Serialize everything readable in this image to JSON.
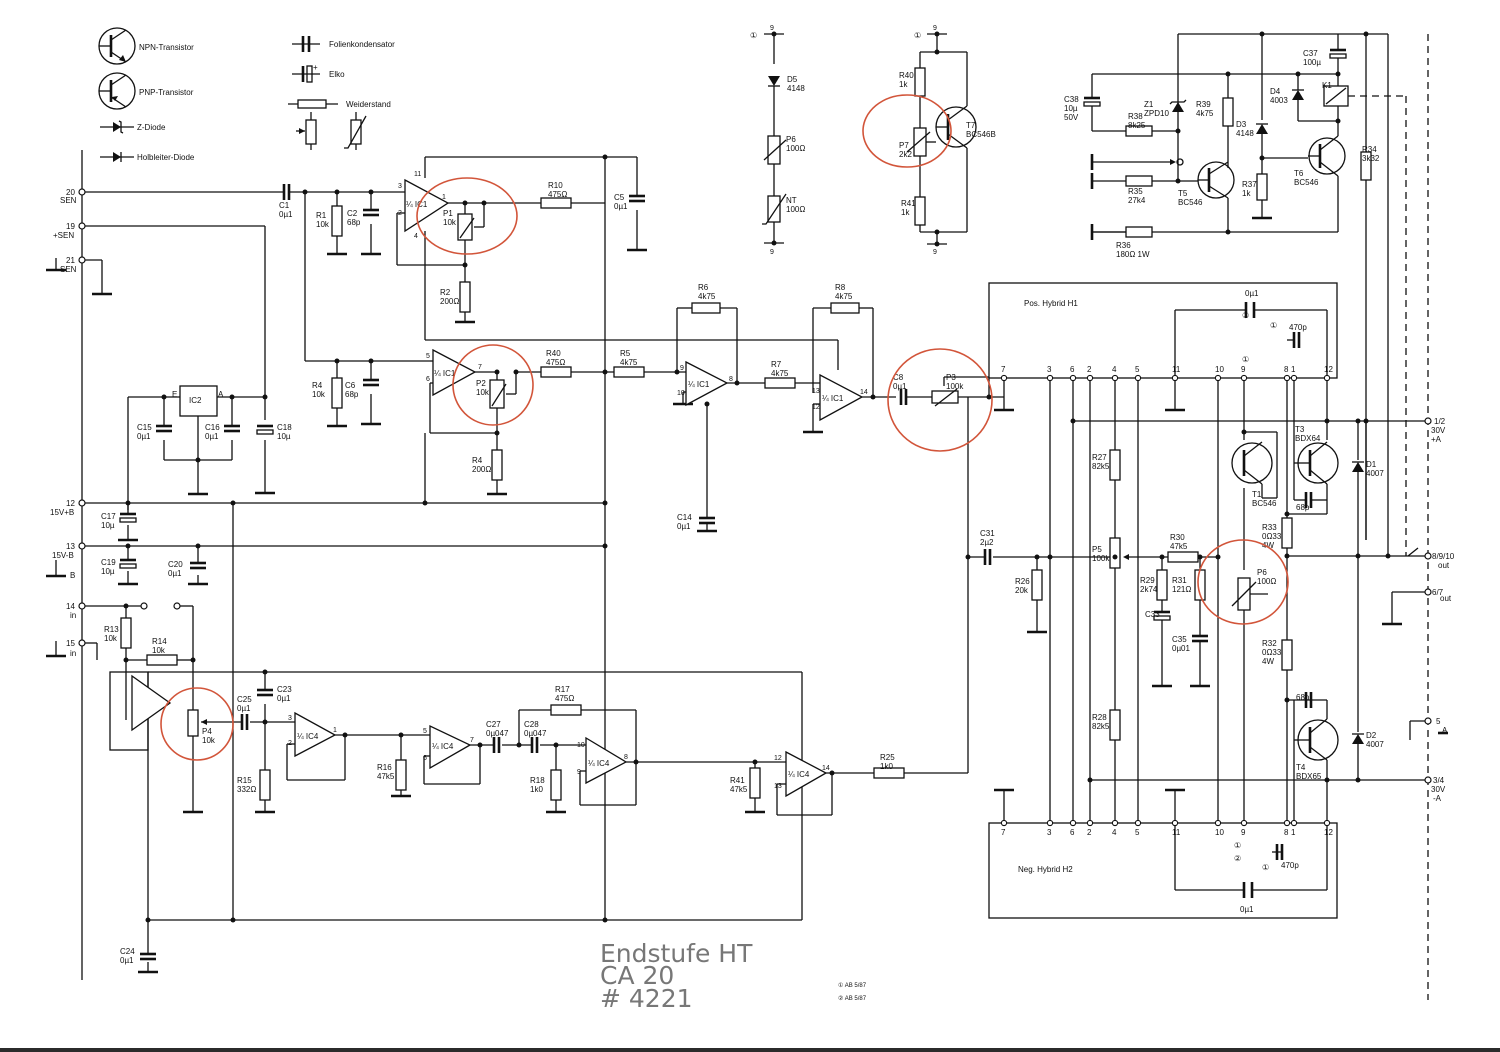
{
  "legend": {
    "npn": "NPN-Transistor",
    "pnp": "PNP-Transistor",
    "zdiode": "Z-Diode",
    "diode": "Holbleiter-Diode",
    "foil": "Folienkondensator",
    "elko": "Elko",
    "resistor": "Weiderstand"
  },
  "title": [
    "Endstufe HT",
    "CA 20",
    "# 4221"
  ],
  "notes": [
    "① AB 5/87",
    "② AB 5/87"
  ],
  "hybrids": {
    "h1": "Pos.  Hybrid  H1",
    "h2": "Neg.  Hybrid  H2"
  },
  "terminals": [
    {
      "id": "t20",
      "num": "20",
      "name": "SEN"
    },
    {
      "id": "t19",
      "num": "19",
      "name": "+SEN"
    },
    {
      "id": "t21",
      "num": "21",
      "name": "SEN"
    },
    {
      "id": "t12",
      "num": "12",
      "name": "15V+B"
    },
    {
      "id": "t13",
      "num": "13",
      "name": "15V-B"
    },
    {
      "id": "tB",
      "num": "",
      "name": "B"
    },
    {
      "id": "t14",
      "num": "14",
      "name": "in"
    },
    {
      "id": "t15",
      "num": "15",
      "name": "in"
    },
    {
      "id": "t12r",
      "num": "1/2",
      "name": "30V +A"
    },
    {
      "id": "tout",
      "num": "8/9/10",
      "name": "out"
    },
    {
      "id": "t67",
      "num": "6/7",
      "name": "out"
    },
    {
      "id": "t5",
      "num": "5",
      "name": "A"
    },
    {
      "id": "t34",
      "num": "3/4",
      "name": "30V -A"
    }
  ],
  "components": {
    "C1": [
      "C1",
      "0µ1"
    ],
    "R1": [
      "R1",
      "10k"
    ],
    "C2": [
      "C2",
      "68p"
    ],
    "P1": [
      "P1",
      "10k"
    ],
    "R10": [
      "R10",
      "475Ω"
    ],
    "R2": [
      "R2",
      "200Ω"
    ],
    "C5": [
      "C5",
      "0µ1"
    ],
    "R4": [
      "R4",
      "10k"
    ],
    "C6": [
      "C6",
      "68p"
    ],
    "P2": [
      "P2",
      "10k"
    ],
    "R40b": [
      "R40",
      "475Ω"
    ],
    "R4b": [
      "R4",
      "200Ω"
    ],
    "R5": [
      "R5",
      "4k75"
    ],
    "R6": [
      "R6",
      "4k75"
    ],
    "R7": [
      "R7",
      "4k75"
    ],
    "R8": [
      "R8",
      "4k75"
    ],
    "C14": [
      "C14",
      "0µ1"
    ],
    "C8": [
      "C8",
      "0µ1"
    ],
    "P3": [
      "P3",
      "100k"
    ],
    "IC2": [
      "IC2"
    ],
    "C15": [
      "C15",
      "0µ1"
    ],
    "C16": [
      "C16",
      "0µ1"
    ],
    "C18": [
      "C18",
      "10µ"
    ],
    "C17": [
      "C17",
      "10µ"
    ],
    "C19": [
      "C19",
      "10µ"
    ],
    "C20": [
      "C20",
      "0µ1"
    ],
    "R13": [
      "R13",
      "10k"
    ],
    "R14": [
      "R14",
      "10k"
    ],
    "P4": [
      "P4",
      "10k"
    ],
    "C25": [
      "C25",
      "0µ1"
    ],
    "C23": [
      "C23",
      "0µ1"
    ],
    "R15": [
      "R15",
      "332Ω"
    ],
    "R16": [
      "R16",
      "47k5"
    ],
    "C27": [
      "C27",
      "0µ047"
    ],
    "C28": [
      "C28",
      "0µ047"
    ],
    "R17": [
      "R17",
      "475Ω"
    ],
    "R18": [
      "R18",
      "1k0"
    ],
    "R41b": [
      "R41",
      "47k5"
    ],
    "R25": [
      "R25",
      "1k0"
    ],
    "C24": [
      "C24",
      "0µ1"
    ],
    "C31": [
      "C31",
      "2µ2"
    ],
    "R26": [
      "R26",
      "20k"
    ],
    "D5": [
      "D5",
      "4148"
    ],
    "P6a": [
      "P6",
      "100Ω"
    ],
    "NT": [
      "NT",
      "100Ω"
    ],
    "R40a": [
      "R40",
      "1k"
    ],
    "P7": [
      "P7",
      "2k2"
    ],
    "T7": [
      "T7",
      "BC546B"
    ],
    "R41a": [
      "R41",
      "1k"
    ],
    "C38": [
      "C38",
      "10µ",
      "50V"
    ],
    "Z1": [
      "Z1",
      "ZPD10"
    ],
    "R39": [
      "R39",
      "4k75"
    ],
    "D3": [
      "D3",
      "4148"
    ],
    "D4": [
      "D4",
      "4003"
    ],
    "C37": [
      "C37",
      "100µ"
    ],
    "K1": [
      "K1"
    ],
    "R38": [
      "R38",
      "8k25"
    ],
    "R35": [
      "R35",
      "27k4"
    ],
    "R37": [
      "R37",
      "1k"
    ],
    "T5": [
      "T5",
      "BC546"
    ],
    "T6": [
      "T6",
      "BC546"
    ],
    "R36": [
      "R36",
      "180Ω 1W"
    ],
    "R34": [
      "R34",
      "3k32"
    ],
    "C470a": [
      "470p"
    ],
    "C01a": [
      "0µ1"
    ],
    "R27": [
      "R27",
      "82k5"
    ],
    "P5": [
      "P5",
      "100k"
    ],
    "R28": [
      "R28",
      "82k5"
    ],
    "R30": [
      "R30",
      "47k5"
    ],
    "R29": [
      "R29",
      "2k74"
    ],
    "R31": [
      "R31",
      "121Ω"
    ],
    "P6b": [
      "P6",
      "100Ω"
    ],
    "C33": [
      "C33"
    ],
    "C35": [
      "C35",
      "0µ01"
    ],
    "T1": [
      "T1",
      "BC546"
    ],
    "T3": [
      "T3",
      "BDX64"
    ],
    "T4": [
      "T4",
      "BDX65"
    ],
    "C68a": [
      "68p"
    ],
    "C68b": [
      "68p"
    ],
    "R33": [
      "R33",
      "0Ω33",
      "4W"
    ],
    "R32": [
      "R32",
      "0Ω33",
      "4W"
    ],
    "D1": [
      "D1",
      "4007"
    ],
    "D2": [
      "D2",
      "4007"
    ],
    "C470b": [
      "470p"
    ],
    "C01b": [
      "0µ1"
    ],
    "IC1a": [
      "¼ IC1"
    ],
    "IC1b": [
      "¼ IC1"
    ],
    "IC1c": [
      "¼ IC1"
    ],
    "IC1d": [
      "¼ IC1"
    ],
    "IC4a": [
      "¼ IC4"
    ],
    "IC4b": [
      "¼ IC4"
    ],
    "IC4c": [
      "¼ IC4"
    ],
    "IC4d": [
      "¼ IC4"
    ]
  },
  "pins": {
    "ic1a": [
      "3",
      "2",
      "1",
      "11",
      "4"
    ],
    "ic1b": [
      "5",
      "6",
      "7"
    ],
    "ic1c": [
      "9",
      "10",
      "8"
    ],
    "ic1d": [
      "13",
      "12",
      "14"
    ],
    "ic4a": [
      "3",
      "2",
      "1"
    ],
    "ic4b": [
      "5",
      "6",
      "7"
    ],
    "ic4c": [
      "10",
      "9",
      "8"
    ],
    "ic4d": [
      "12",
      "13",
      "14"
    ],
    "hyb": [
      "7",
      "3",
      "6",
      "2",
      "4",
      "5",
      "11",
      "10",
      "9",
      "8",
      "1",
      "12"
    ],
    "nine": "9",
    "circ1": "①",
    "circ2": "②",
    "ea": "E",
    "eb": "A"
  }
}
